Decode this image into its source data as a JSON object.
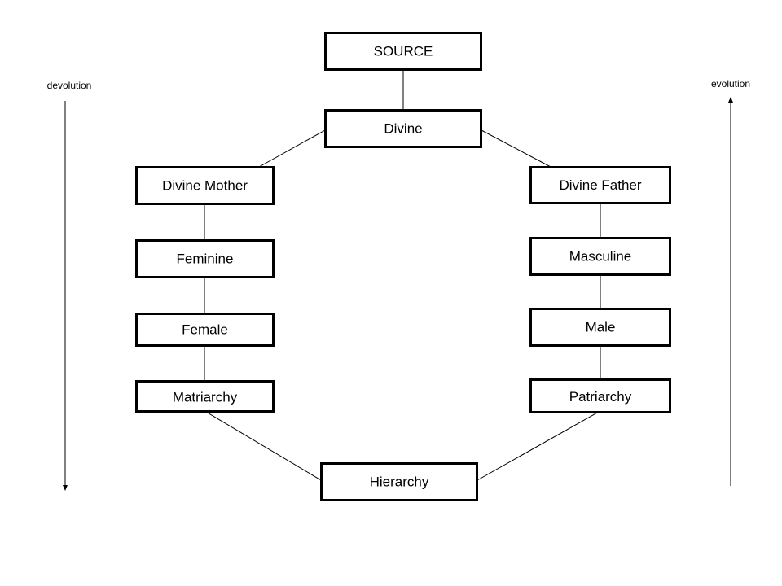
{
  "diagram": {
    "nodes": {
      "source": "SOURCE",
      "divine": "Divine",
      "divine_mother": "Divine Mother",
      "feminine": "Feminine",
      "female": "Female",
      "matriarchy": "Matriarchy",
      "divine_father": "Divine Father",
      "masculine": "Masculine",
      "male": "Male",
      "patriarchy": "Patriarchy",
      "hierarchy": "Hierarchy"
    },
    "edges": [
      [
        "source",
        "divine"
      ],
      [
        "divine",
        "divine_mother"
      ],
      [
        "divine",
        "divine_father"
      ],
      [
        "divine_mother",
        "feminine"
      ],
      [
        "feminine",
        "female"
      ],
      [
        "female",
        "matriarchy"
      ],
      [
        "divine_father",
        "masculine"
      ],
      [
        "masculine",
        "male"
      ],
      [
        "male",
        "patriarchy"
      ],
      [
        "matriarchy",
        "hierarchy"
      ],
      [
        "patriarchy",
        "hierarchy"
      ]
    ],
    "side_labels": {
      "left": "devolution",
      "right": "evolution"
    },
    "side_arrows": {
      "left": "down",
      "right": "up"
    }
  }
}
